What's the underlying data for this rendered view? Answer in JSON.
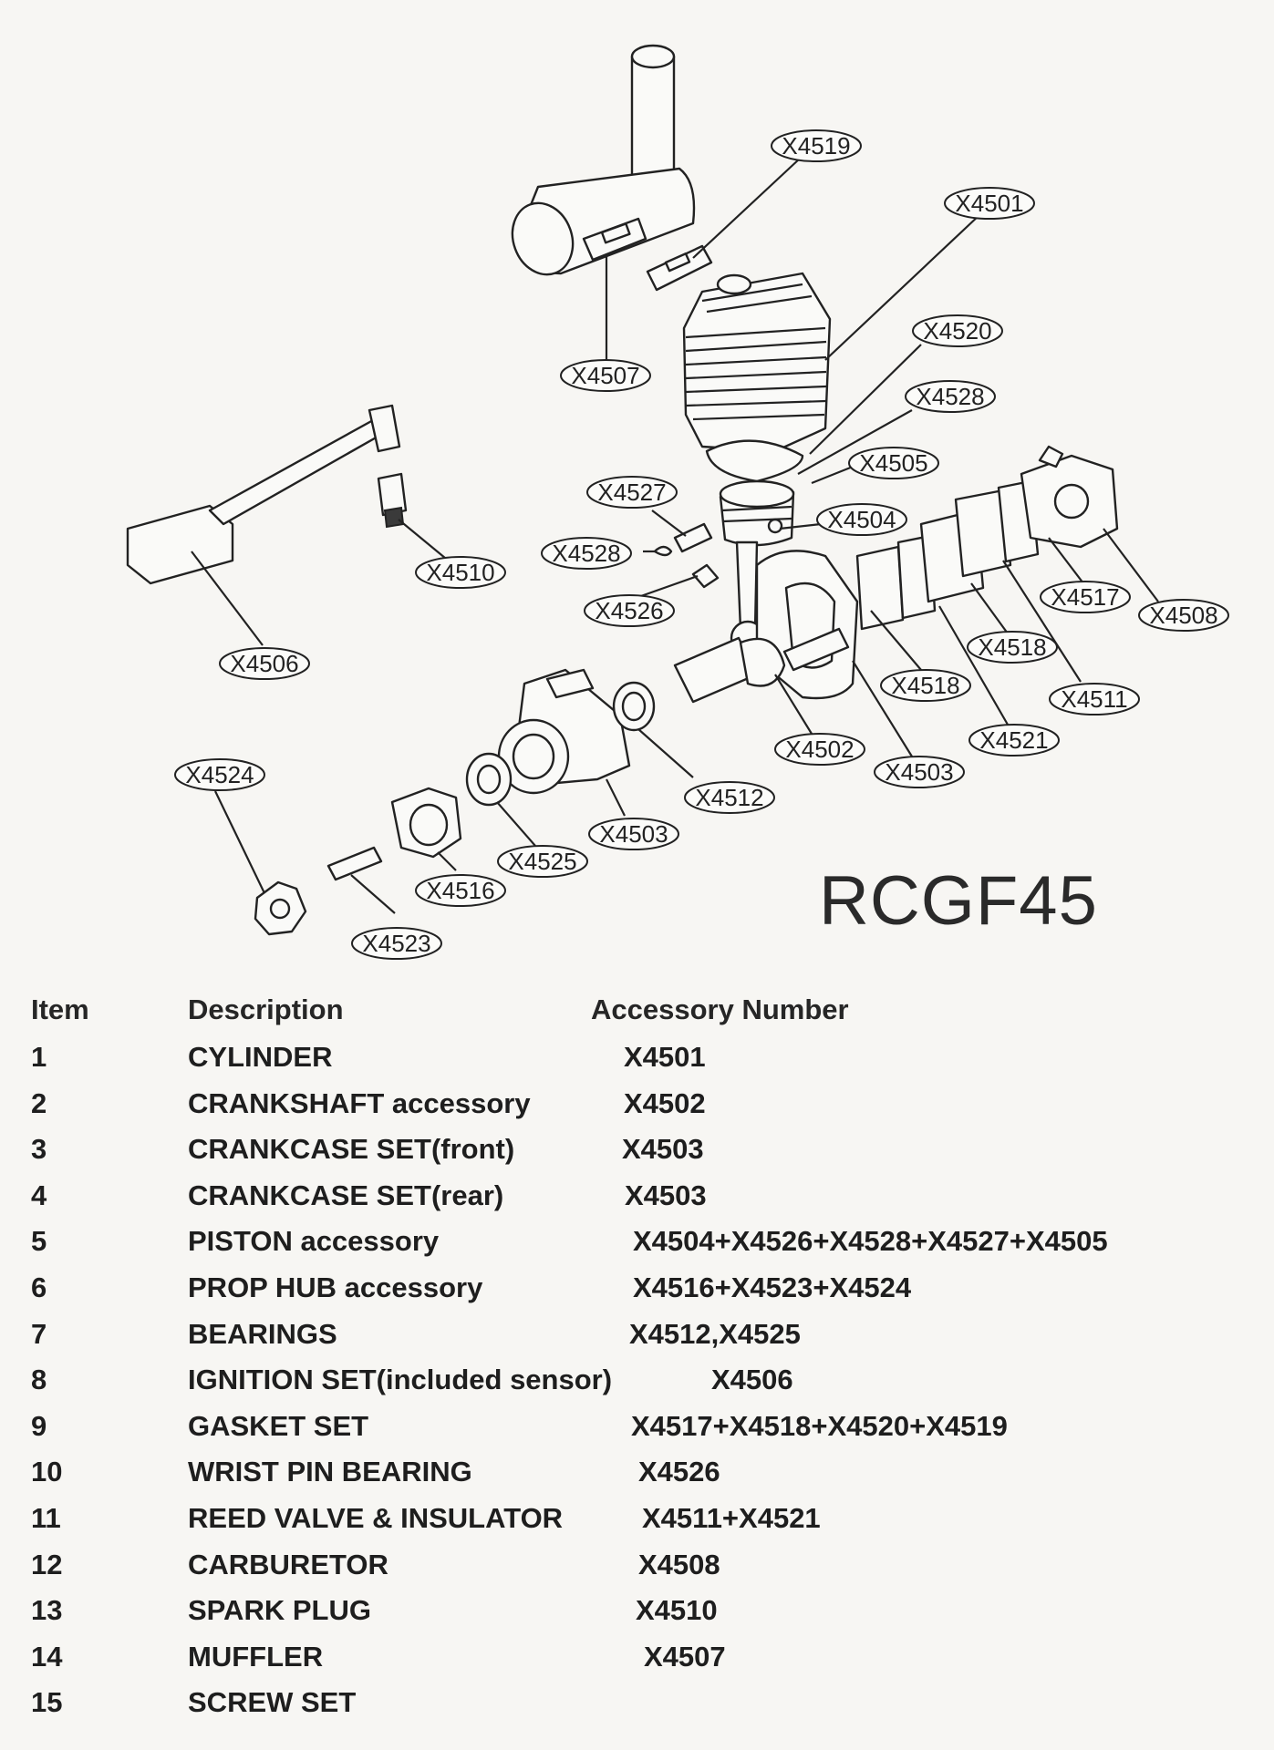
{
  "model": "RCGF45",
  "callouts": [
    {
      "id": "X4519"
    },
    {
      "id": "X4501"
    },
    {
      "id": "X4507"
    },
    {
      "id": "X4520"
    },
    {
      "id": "X4528"
    },
    {
      "id": "X4505"
    },
    {
      "id": "X4527"
    },
    {
      "id": "X4504"
    },
    {
      "id": "X4528"
    },
    {
      "id": "X4510"
    },
    {
      "id": "X4526"
    },
    {
      "id": "X4517"
    },
    {
      "id": "X4508"
    },
    {
      "id": "X4518"
    },
    {
      "id": "X4506"
    },
    {
      "id": "X4518"
    },
    {
      "id": "X4511"
    },
    {
      "id": "X4521"
    },
    {
      "id": "X4502"
    },
    {
      "id": "X4503"
    },
    {
      "id": "X4524"
    },
    {
      "id": "X4512"
    },
    {
      "id": "X4503"
    },
    {
      "id": "X4525"
    },
    {
      "id": "X4516"
    },
    {
      "id": "X4523"
    }
  ],
  "table": {
    "headers": {
      "item": "Item",
      "description": "Description",
      "accessory": "Accessory Number"
    },
    "rows": [
      {
        "item": "1",
        "description": "CYLINDER",
        "accessory": "X4501"
      },
      {
        "item": "2",
        "description": "CRANKSHAFT accessory",
        "accessory": "X4502"
      },
      {
        "item": "3",
        "description": "CRANKCASE SET(front)",
        "accessory": "X4503"
      },
      {
        "item": "4",
        "description": "CRANKCASE SET(rear)",
        "accessory": "X4503"
      },
      {
        "item": "5",
        "description": "PISTON accessory",
        "accessory": "X4504+X4526+X4528+X4527+X4505"
      },
      {
        "item": "6",
        "description": "PROP HUB accessory",
        "accessory": "X4516+X4523+X4524"
      },
      {
        "item": "7",
        "description": "BEARINGS",
        "accessory": "X4512,X4525"
      },
      {
        "item": "8",
        "description": "IGNITION SET(included sensor)",
        "accessory": "X4506"
      },
      {
        "item": "9",
        "description": "GASKET SET",
        "accessory": "X4517+X4518+X4520+X4519"
      },
      {
        "item": "10",
        "description": "WRIST PIN BEARING",
        "accessory": "X4526"
      },
      {
        "item": "11",
        "description": "REED VALVE & INSULATOR",
        "accessory": "X4511+X4521"
      },
      {
        "item": "12",
        "description": "CARBURETOR",
        "accessory": "X4508"
      },
      {
        "item": "13",
        "description": "SPARK PLUG",
        "accessory": "X4510"
      },
      {
        "item": "14",
        "description": "MUFFLER",
        "accessory": "X4507"
      },
      {
        "item": "15",
        "description": "SCREW SET",
        "accessory": ""
      }
    ]
  }
}
